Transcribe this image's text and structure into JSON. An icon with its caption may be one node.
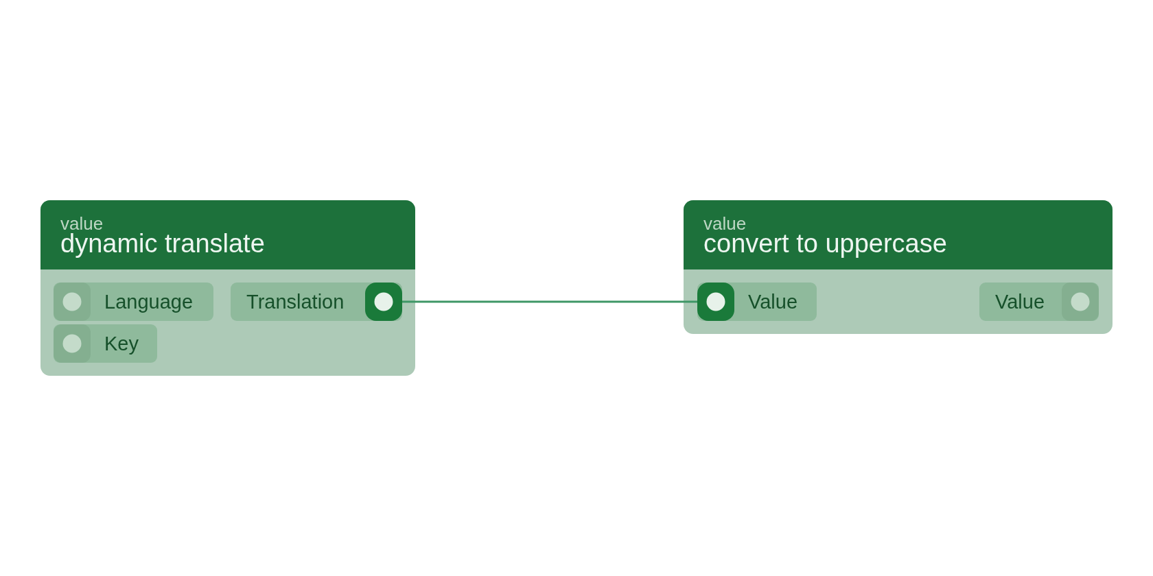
{
  "diagram": {
    "nodes": [
      {
        "text": [
          "value",
          "dynamic translate"
        ]
      },
      {
        "text": [
          "Language"
        ],
        "in": 0
      },
      {
        "text": [
          "Translation"
        ],
        "in": 0
      },
      {
        "text": [
          "Key"
        ],
        "in": 0
      },
      {
        "text": [
          "value",
          "convert to uppercase"
        ]
      },
      {
        "text": [
          "Value"
        ],
        "in": 4
      },
      {
        "text": [
          "Value"
        ],
        "in": 4
      }
    ],
    "edges": [
      {
        "from": 2,
        "to": 5,
        "arrow": "none"
      }
    ]
  }
}
